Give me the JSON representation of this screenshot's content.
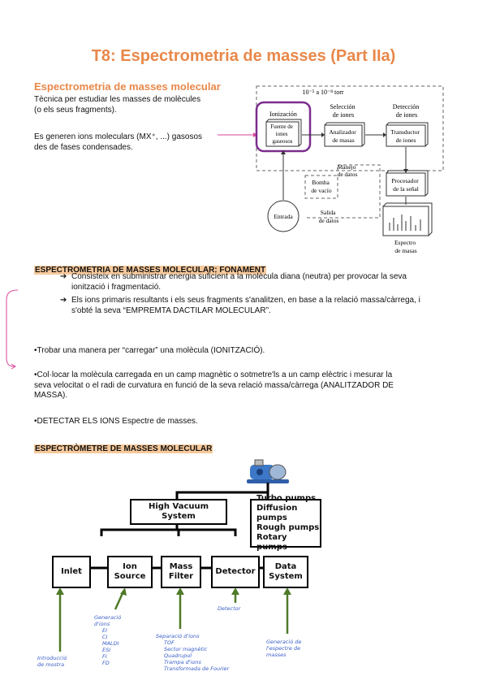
{
  "title": "T8: Espectrometria de masses (Part IIa)",
  "intro": {
    "heading": "Espectrometria de masses molecular",
    "p1_l1": "Tècnica per estudiar les masses de molècules",
    "p1_l2": "(o els seus fragments).",
    "p2_l1": "Es generen ions moleculars (MX⁺, ...) gasosos",
    "p2_l2": "des de fases condensades."
  },
  "fig1": {
    "pressure": "10⁻⁵ a 10⁻⁸ torr",
    "ionizacion": "Ionización",
    "fuente": [
      "Fuente de",
      "iones",
      "gaseosos"
    ],
    "seleccion": [
      "Selección",
      "de iones"
    ],
    "analizador": [
      "Analizador",
      "de masas"
    ],
    "deteccion": [
      "Detección",
      "de iones"
    ],
    "transductor": [
      "Transductor",
      "de iones"
    ],
    "manejo": [
      "Manejo",
      "de datos"
    ],
    "bomba": [
      "Bomba",
      "de vacío"
    ],
    "procesador": [
      "Procesador",
      "de la señal"
    ],
    "entrada": "Entrada",
    "salida": [
      "Salida",
      "de datos"
    ],
    "espectro": [
      "Espectro",
      "de masas"
    ]
  },
  "fonament": {
    "heading": "ESPECTROMETRIA DE MASSES MOLECULAR: FONAMENT",
    "b1": [
      "Consisteix en subministrar energia suficient a la molècula diana (neutra) per provocar la seva",
      "ionització i fragmentació."
    ],
    "b2": [
      "Els ions primaris resultants i els seus fragments s'analitzen, en base a la relació massa/càrrega, i",
      "s'obté la seva “EMPREMTA DACTILAR MOLECULAR”."
    ]
  },
  "steps": {
    "s1": "•Trobar una manera per “carregar” una molècula (IONITZACIÓ).",
    "s2": [
      "•Col·locar la molècula carregada en un camp magnètic o sotmetre'ls a un camp elèctric i mesurar la",
      "seva velocitat o el radi de curvatura en funció de la seva relació massa/càrrega (ANALITZADOR DE",
      "MASSA)."
    ],
    "s3": "•DETECTAR ELS IONS  Espectre de masses."
  },
  "espectrometre": {
    "heading": "ESPECTRÒMETRE DE MASSES MOLECULAR",
    "high_vacuum": "High Vacuum System",
    "pumps": [
      "Turbo pumps",
      "Diffusion pumps",
      "Rough pumps",
      "Rotary pumps"
    ],
    "inlet": "Inlet",
    "ion_source": [
      "Ion",
      "Source"
    ],
    "mass_filter": [
      "Mass",
      "Filter"
    ],
    "detector": "Detector",
    "data_system": [
      "Data",
      "System"
    ]
  },
  "notes": {
    "introduccio": [
      "Introducció",
      "de mostra"
    ],
    "generacio_ions": [
      "Generació",
      "d'ions"
    ],
    "ion_list": [
      "EI",
      "CI",
      "MALDI",
      "ESI",
      "FI",
      "FD"
    ],
    "separacio": "Separació d'ions",
    "sep_list": [
      "TOF",
      "Sector magnètic",
      "Quadrupol",
      "Trampa d'ions",
      "Transformada de Fourier"
    ],
    "detector": "Detector",
    "generacio_espectre": [
      "Generació de",
      "l'espectre de",
      "masses"
    ]
  },
  "colors": {
    "accent": "#e8884a",
    "highlight": "#f6c99c",
    "bracket": "#d9469a",
    "ion_box": "#7b2d8e",
    "ink": "#3a5ec8",
    "arrow": "#4f7a28"
  }
}
